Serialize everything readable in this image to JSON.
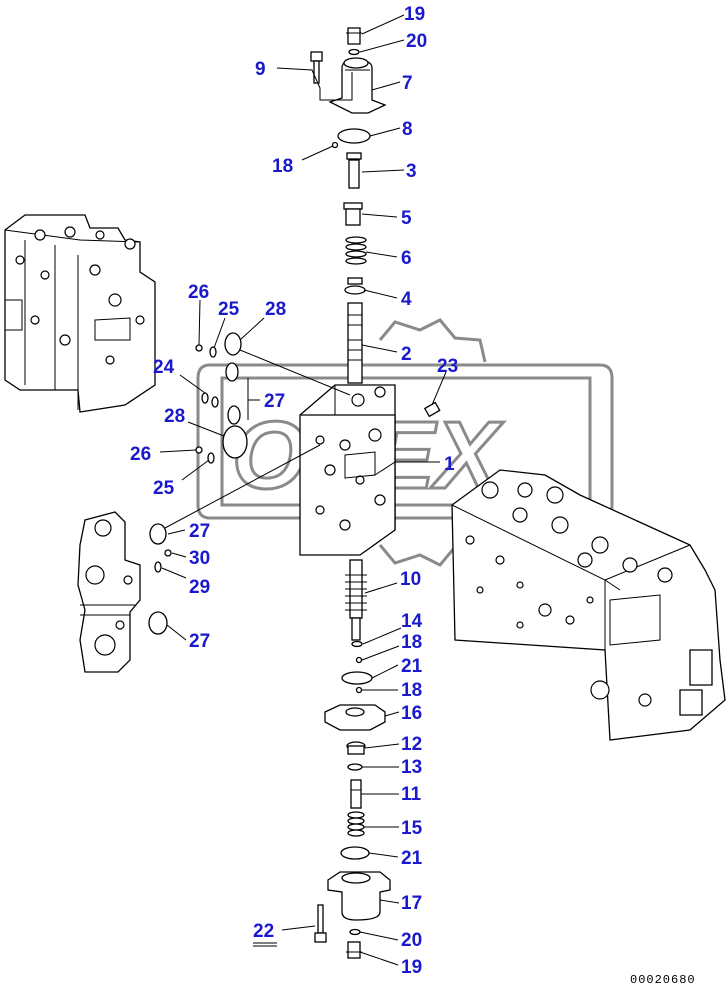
{
  "diagram": {
    "callouts": [
      "19",
      "20",
      "9",
      "7",
      "8",
      "18",
      "3",
      "5",
      "6",
      "4",
      "26",
      "25",
      "28",
      "2",
      "24",
      "23",
      "27",
      "28",
      "26",
      "1",
      "25",
      "27",
      "30",
      "29",
      "10",
      "27",
      "14",
      "18",
      "21",
      "18",
      "16",
      "12",
      "13",
      "11",
      "15",
      "21",
      "17",
      "22",
      "20",
      "19"
    ],
    "watermark": "OPEX",
    "drawing_code": "00020680"
  }
}
